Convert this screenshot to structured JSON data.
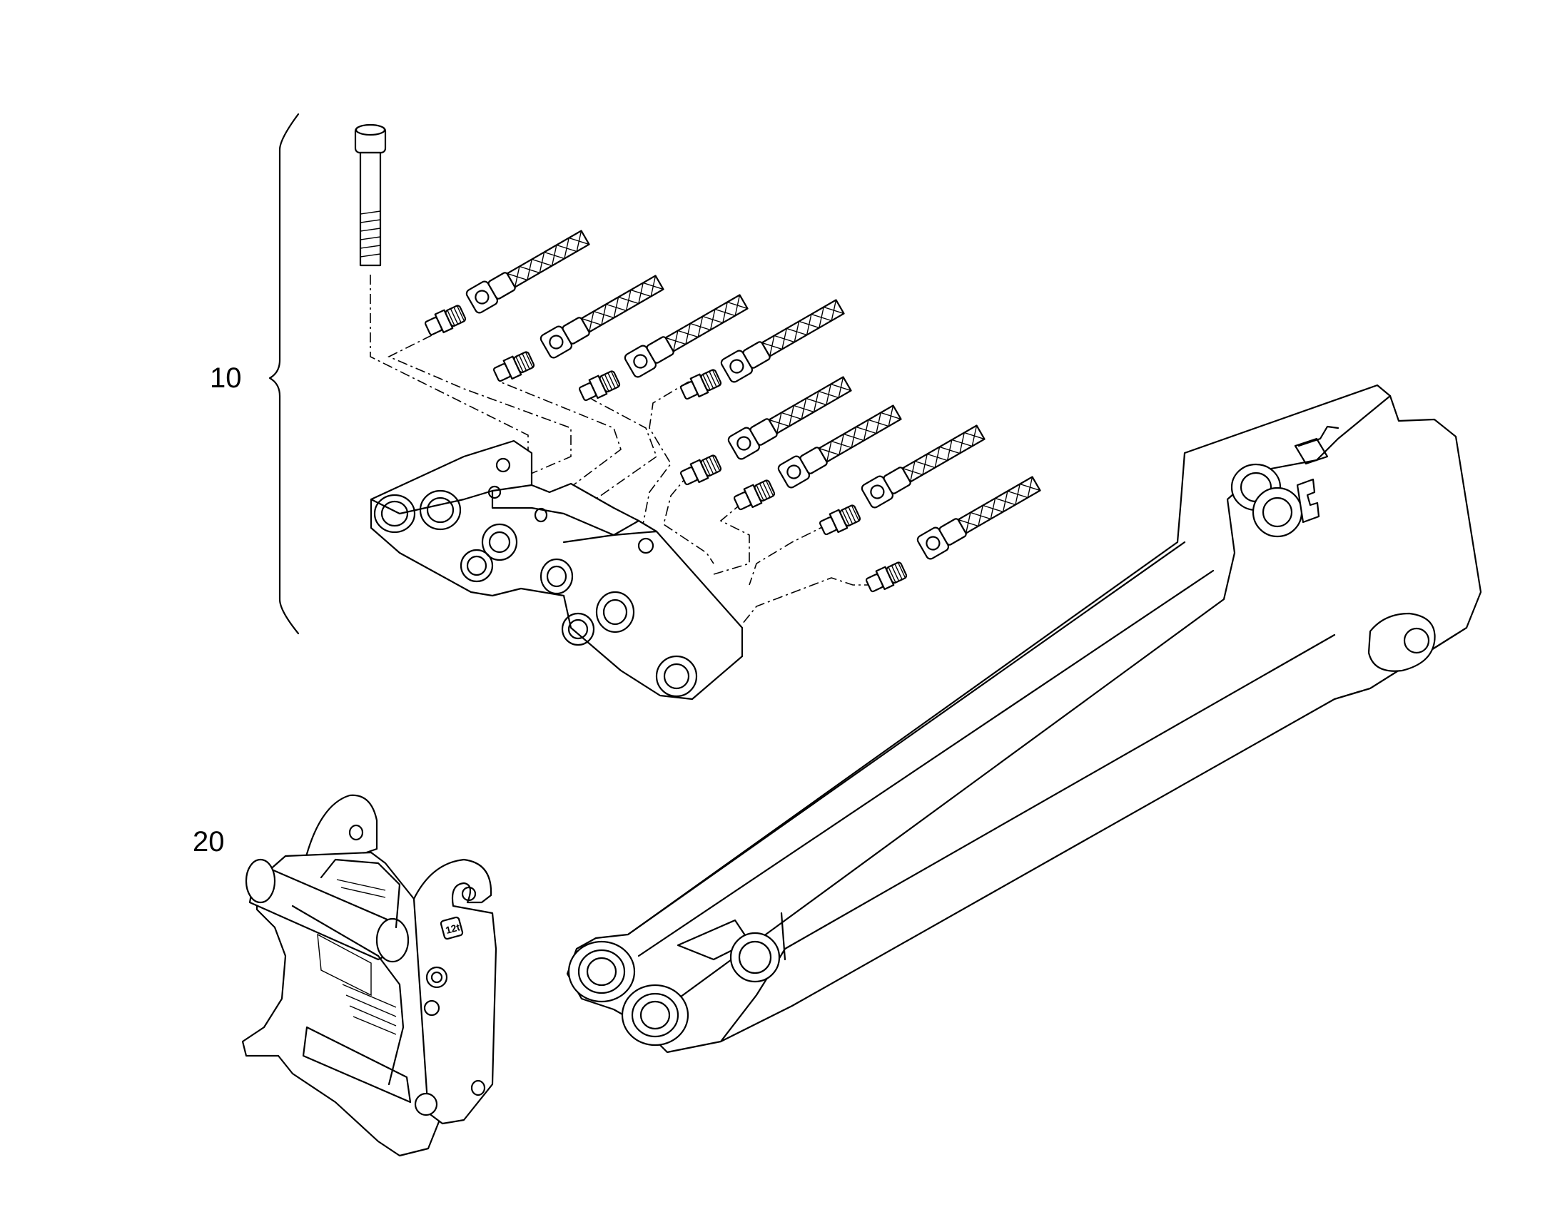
{
  "callouts": {
    "valve_kit": "10",
    "quick_coupler": "20"
  },
  "coupler_plate_text": "12t"
}
